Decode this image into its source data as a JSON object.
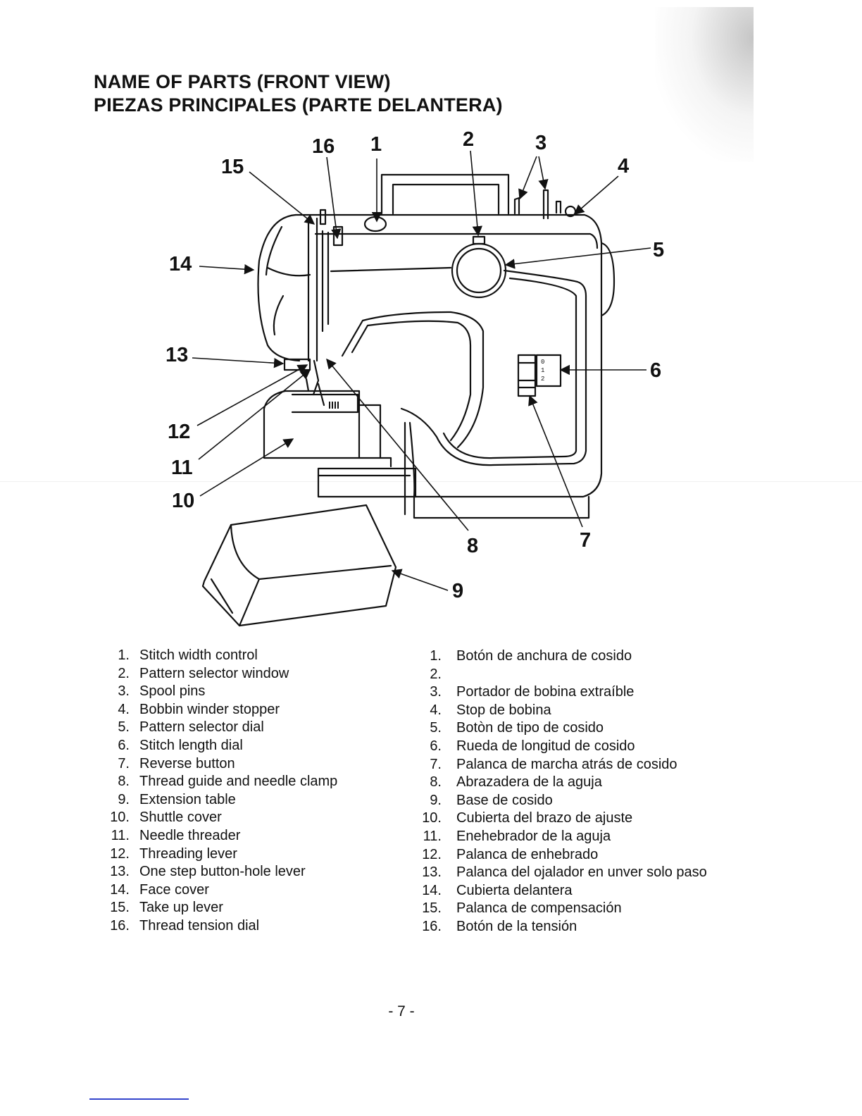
{
  "heading": {
    "line1": "NAME OF PARTS (FRONT VIEW)",
    "line2": "PIEZAS PRINCIPALES (PARTE DELANTERA)"
  },
  "callouts": [
    "1",
    "2",
    "3",
    "4",
    "5",
    "6",
    "7",
    "8",
    "9",
    "10",
    "11",
    "12",
    "13",
    "14",
    "15",
    "16"
  ],
  "parts_en": [
    {
      "num": "1.",
      "label": "Stitch width control"
    },
    {
      "num": "2.",
      "label": "Pattern selector window"
    },
    {
      "num": "3.",
      "label": "Spool pins"
    },
    {
      "num": "4.",
      "label": "Bobbin winder stopper"
    },
    {
      "num": "5.",
      "label": "Pattern selector dial"
    },
    {
      "num": "6.",
      "label": "Stitch length dial"
    },
    {
      "num": "7.",
      "label": "Reverse button"
    },
    {
      "num": "8.",
      "label": "Thread guide and needle clamp"
    },
    {
      "num": "9.",
      "label": "Extension table"
    },
    {
      "num": "10.",
      "label": "Shuttle cover"
    },
    {
      "num": "11.",
      "label": "Needle threader"
    },
    {
      "num": "12.",
      "label": "Threading lever"
    },
    {
      "num": "13.",
      "label": "One step button-hole lever"
    },
    {
      "num": "14.",
      "label": "Face cover"
    },
    {
      "num": "15.",
      "label": "Take up lever"
    },
    {
      "num": "16.",
      "label": "Thread tension dial"
    }
  ],
  "parts_es": [
    {
      "num": "1.",
      "label": "Botón de anchura de cosido"
    },
    {
      "num": "2.",
      "label": ""
    },
    {
      "num": "3.",
      "label": "Portador de bobina extraíble"
    },
    {
      "num": "4.",
      "label": "Stop de bobina"
    },
    {
      "num": "5.",
      "label": "Botòn de tipo de cosido"
    },
    {
      "num": "6.",
      "label": "Rueda de longitud de cosido"
    },
    {
      "num": "7.",
      "label": "Palanca de marcha atrás de cosido"
    },
    {
      "num": "8.",
      "label": "Abrazadera de la aguja"
    },
    {
      "num": "9.",
      "label": "Base de cosido"
    },
    {
      "num": "10.",
      "label": "Cubierta del brazo de ajuste"
    },
    {
      "num": "11.",
      "label": "Enehebrador de la aguja"
    },
    {
      "num": "12.",
      "label": "Palanca de enhebrado"
    },
    {
      "num": "13.",
      "label": "Palanca del ojalador en unver solo paso"
    },
    {
      "num": "14.",
      "label": "Cubierta delantera"
    },
    {
      "num": "15.",
      "label": "Palanca de compensación"
    },
    {
      "num": "16.",
      "label": "Botón de la tensión"
    }
  ],
  "dial_marks": [
    "0",
    "1",
    "2"
  ],
  "page_number": "- 7 -"
}
